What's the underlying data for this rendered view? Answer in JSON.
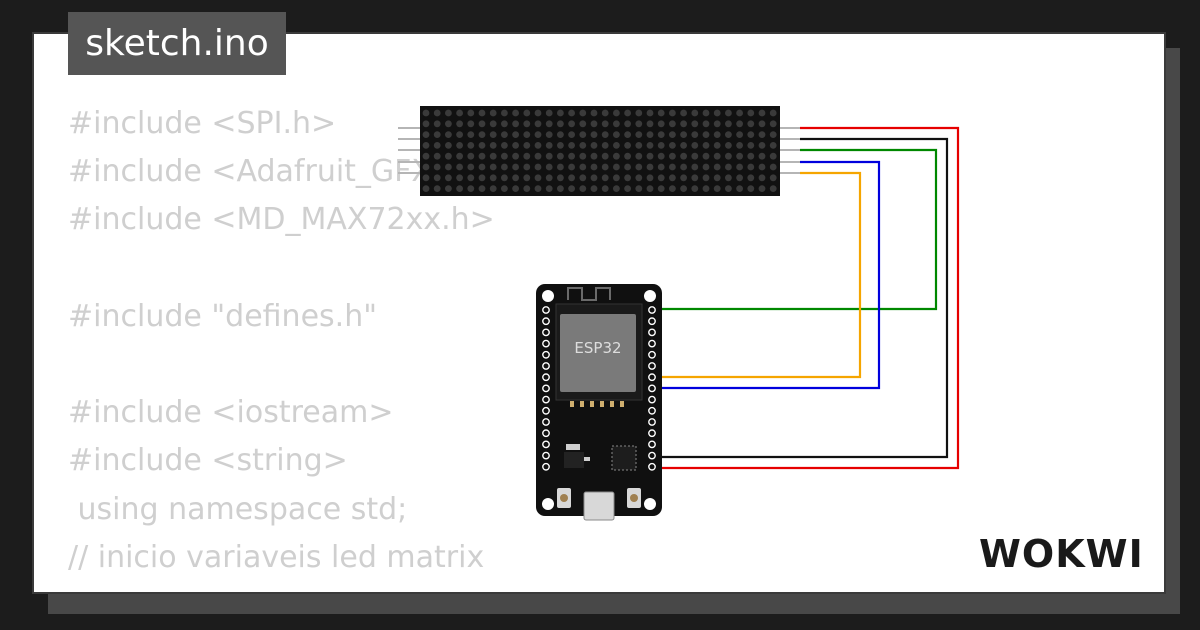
{
  "file_tab": {
    "label": "sketch.ino"
  },
  "code_lines": [
    "#include <SPI.h>",
    "#include <Adafruit_GFX.h>",
    "#include <MD_MAX72xx.h>",
    "",
    "#include \"defines.h\"",
    "",
    "#include <iostream>",
    "#include <string>",
    " using namespace std;",
    "// inicio variaveis led matrix"
  ],
  "board": {
    "label": "ESP32"
  },
  "logo": {
    "text": "WOKWI"
  },
  "colors": {
    "background": "#1c1c1c",
    "card": "#ffffff",
    "code_text": "#cfcfcf",
    "wire_red": "#e60000",
    "wire_black": "#111111",
    "wire_green": "#008800",
    "wire_blue": "#0000dd",
    "wire_orange": "#f5a500"
  }
}
